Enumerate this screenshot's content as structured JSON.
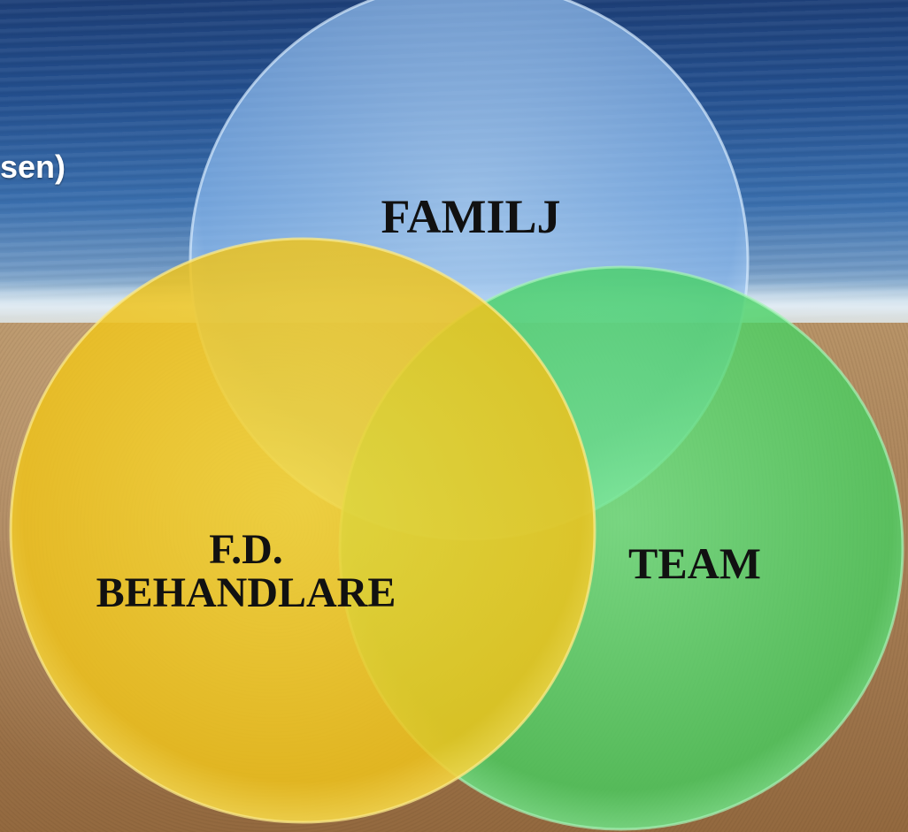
{
  "sets": {
    "familj": {
      "label": "FAMILJ",
      "color": "#9cc6f2"
    },
    "team": {
      "label": "TEAM",
      "color": "#5fe07a"
    },
    "fd": {
      "label_line1": "F.D.",
      "label_line2": "BEHANDLARE",
      "color": "#f2cf2e"
    }
  },
  "side_text": "sen)",
  "background": {
    "sea": "#24508f",
    "sand": "#a88058"
  }
}
